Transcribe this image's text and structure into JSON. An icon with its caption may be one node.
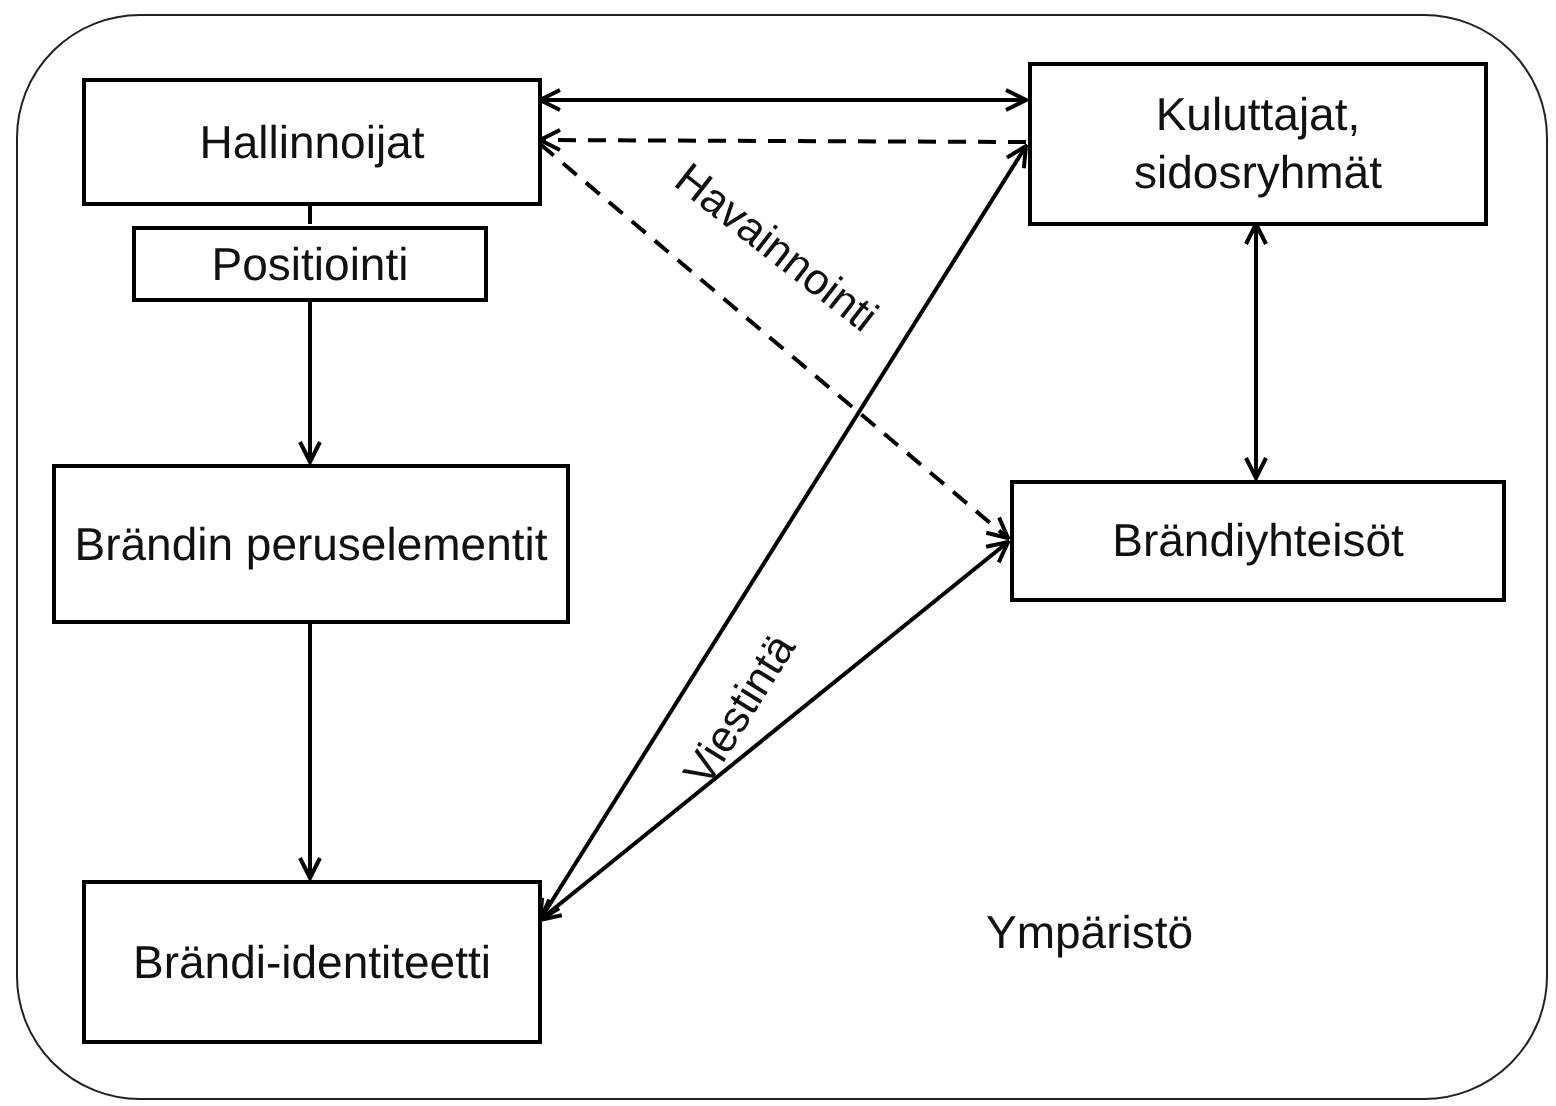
{
  "diagram": {
    "nodes": [
      {
        "text": [
          "Ympäristö"
        ]
      },
      {
        "text": [
          "Hallinnoijat"
        ],
        "in": 0
      },
      {
        "text": [
          "Positiointi"
        ],
        "in": 0
      },
      {
        "text": [
          "Kuluttajat, sidosryhmät"
        ],
        "in": 0
      },
      {
        "text": [
          "Brändin peruselementit"
        ],
        "in": 0
      },
      {
        "text": [
          "Brändiyhteisöt"
        ],
        "in": 0
      },
      {
        "text": [
          "Brändi-identiteetti"
        ],
        "in": 0
      }
    ],
    "edges": [
      {
        "from": 1,
        "to": 3,
        "arrow": "both"
      },
      {
        "from": 3,
        "to": 1,
        "arrow": "to",
        "style": "dashed"
      },
      {
        "from": 1,
        "to": 5,
        "arrow": "to",
        "style": "dashed",
        "label": "Havainnointi"
      },
      {
        "from": 1,
        "to": 2,
        "arrow": "none"
      },
      {
        "from": 2,
        "to": 4,
        "arrow": "to"
      },
      {
        "from": 4,
        "to": 6,
        "arrow": "to"
      },
      {
        "from": 6,
        "to": 3,
        "arrow": "both",
        "label": "Viestintä"
      },
      {
        "from": 6,
        "to": 5,
        "arrow": "both"
      },
      {
        "from": 3,
        "to": 5,
        "arrow": "both"
      }
    ]
  }
}
